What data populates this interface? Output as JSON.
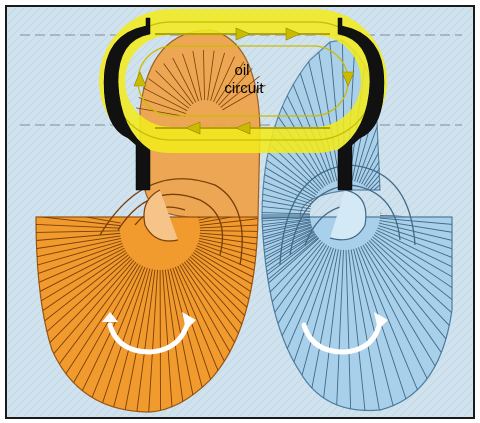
{
  "diagram": {
    "label_line1": "oil",
    "label_line2": "circuit"
  },
  "colors": {
    "background": "#cfe2ee",
    "frame": "#1a1a1a",
    "oil_circuit": "#f2ea1e",
    "oil_circuit_inner": "#ddd000",
    "pump": "#f19a2e",
    "pump_dark": "#b9661a",
    "turbine": "#a8d0ea",
    "turbine_dark": "#5f8fb1",
    "casing": "#111111",
    "arrow": "#ffffff"
  },
  "icons": {
    "pump_rotation": "curved-arrow-right",
    "turbine_rotation": "curved-arrow-right"
  }
}
